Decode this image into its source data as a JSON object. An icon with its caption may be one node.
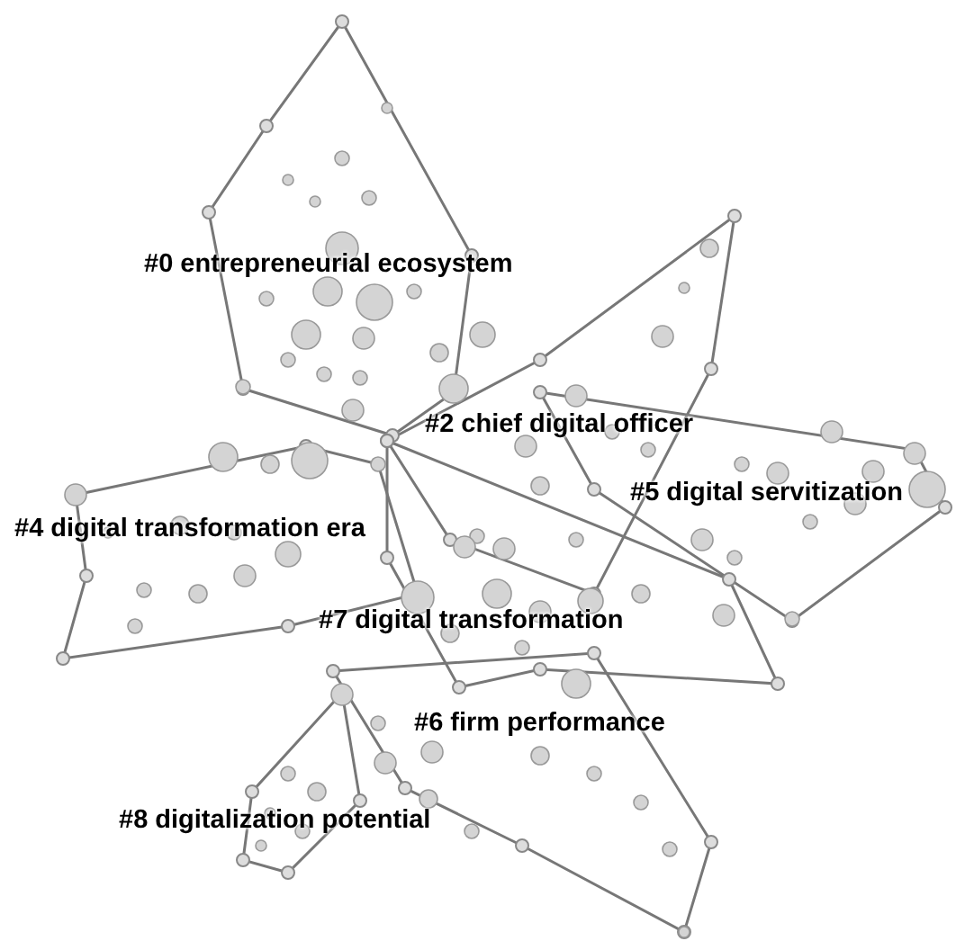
{
  "diagram": {
    "labels": [
      "#0 entrepreneurial ecosystem",
      "#2 chief digital officer",
      "#5 digital servitization",
      "#4 digital transformation era",
      "#7 digital transformation",
      "#6 firm performance",
      "#8 digitalization potential"
    ]
  }
}
